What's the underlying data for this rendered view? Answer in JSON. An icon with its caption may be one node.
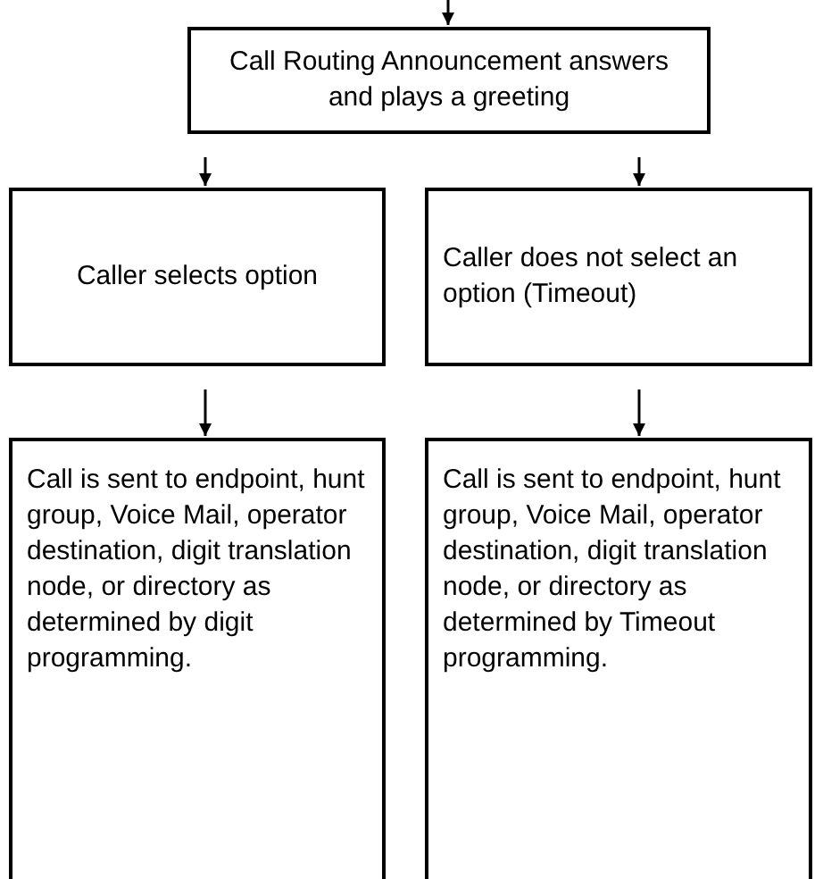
{
  "diagram": {
    "nodes": [
      {
        "text": [
          "Call Routing Announcement answers and plays a greeting"
        ]
      },
      {
        "text": [
          "Caller selects option"
        ]
      },
      {
        "text": [
          "Caller does not select an option (Timeout)"
        ]
      },
      {
        "text": [
          "Call is sent to endpoint, hunt group, Voice Mail, operator destination, digit translation node, or directory as determined by digit programming."
        ]
      },
      {
        "text": [
          "Call is sent to endpoint, hunt group, Voice Mail, operator destination, digit translation node, or directory as determined by Timeout programming."
        ]
      }
    ],
    "edges": [
      {
        "from": null,
        "to": 0,
        "arrow": "to"
      },
      {
        "from": 0,
        "to": 1,
        "arrow": "to"
      },
      {
        "from": 0,
        "to": 2,
        "arrow": "to"
      },
      {
        "from": 1,
        "to": 3,
        "arrow": "to"
      },
      {
        "from": 2,
        "to": 4,
        "arrow": "to"
      }
    ]
  }
}
